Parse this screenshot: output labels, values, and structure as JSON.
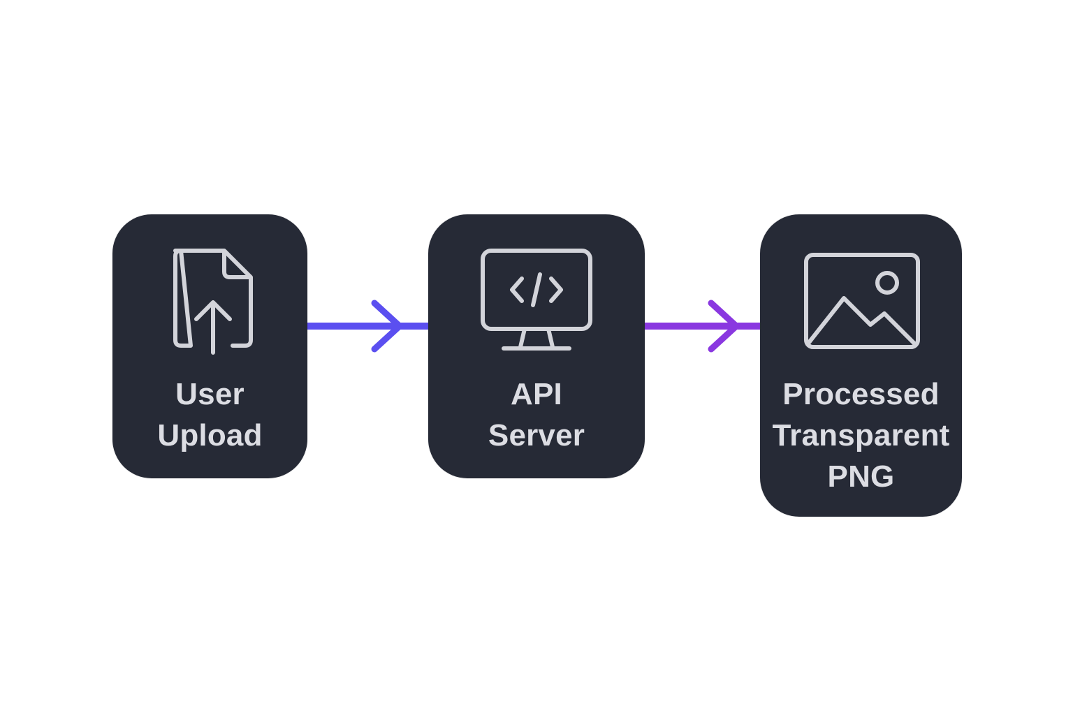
{
  "nodes": [
    {
      "id": "upload",
      "icon": "file-upload-icon",
      "label_lines": [
        "User",
        "Upload"
      ]
    },
    {
      "id": "api",
      "icon": "monitor-code-icon",
      "label_lines": [
        "API",
        "Server"
      ]
    },
    {
      "id": "png",
      "icon": "image-icon",
      "label_lines": [
        "Processed",
        "Transparent",
        "PNG"
      ]
    }
  ],
  "edges": [
    {
      "from": "upload",
      "to": "api",
      "color": "#5b4ff0"
    },
    {
      "from": "api",
      "to": "png",
      "color": "#8a38e0"
    }
  ],
  "colors": {
    "node_background": "#262a36",
    "node_text": "#dcdde3",
    "icon_stroke": "#d3d4da",
    "page_background": "#ffffff"
  }
}
